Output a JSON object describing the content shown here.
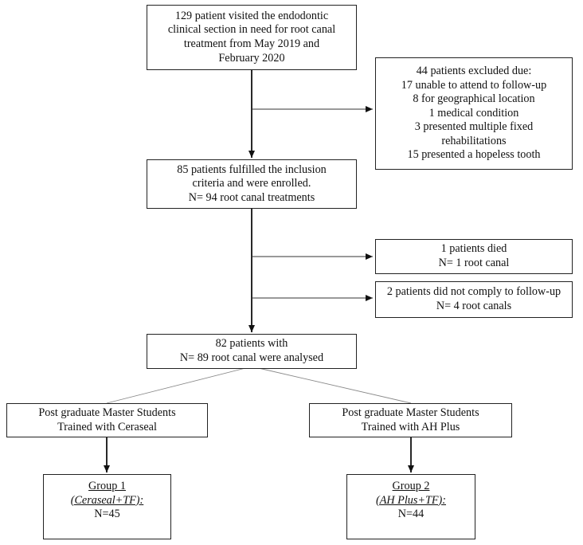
{
  "boxes": {
    "visited": {
      "lines": [
        "129 patient visited the endodontic",
        "clinical section in need for root canal",
        "treatment from May 2019 and",
        "February 2020"
      ]
    },
    "excluded": {
      "lines": [
        "44 patients excluded due:",
        "17 unable to attend to follow-up",
        "8 for geographical location",
        "1 medical condition",
        "3 presented multiple fixed",
        "rehabilitations",
        "15 presented a hopeless tooth"
      ]
    },
    "enrolled": {
      "lines": [
        "85 patients fulfilled the inclusion",
        "criteria and were enrolled.",
        "N=  94 root canal treatments"
      ]
    },
    "died": {
      "lines": [
        "1 patients died",
        "N= 1 root canal"
      ]
    },
    "noncomply": {
      "lines": [
        "2 patients did not comply to follow-up",
        "N= 4 root canals"
      ]
    },
    "analysed": {
      "lines": [
        "82 patients with",
        "N= 89 root canal were analysed"
      ]
    },
    "students_ceraseal": {
      "lines": [
        "Post graduate Master Students",
        "Trained with Ceraseal"
      ]
    },
    "students_ahplus": {
      "lines": [
        "Post graduate Master Students",
        "Trained with AH Plus"
      ]
    },
    "group1": {
      "title": "Group 1",
      "subtitle": "(Ceraseal+TF):",
      "n": "N=45"
    },
    "group2": {
      "title": "Group 2",
      "subtitle": "(AH Plus+TF):",
      "n": "N=44"
    }
  }
}
